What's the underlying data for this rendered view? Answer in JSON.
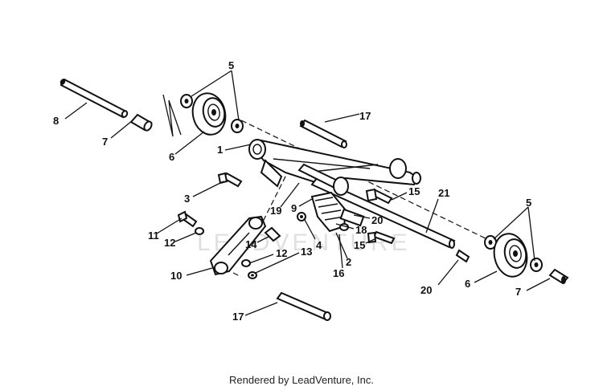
{
  "diagram": {
    "watermark": "LEADVENTURE",
    "callouts": [
      {
        "id": "c8",
        "text": "8"
      },
      {
        "id": "c7a",
        "text": "7"
      },
      {
        "id": "c5a",
        "text": "5"
      },
      {
        "id": "c6a",
        "text": "6"
      },
      {
        "id": "c17a",
        "text": "17"
      },
      {
        "id": "c1",
        "text": "1"
      },
      {
        "id": "c3",
        "text": "3"
      },
      {
        "id": "c15a",
        "text": "15"
      },
      {
        "id": "c21",
        "text": "21"
      },
      {
        "id": "c19",
        "text": "19"
      },
      {
        "id": "c9",
        "text": "9"
      },
      {
        "id": "c20a",
        "text": "20"
      },
      {
        "id": "c18",
        "text": "18"
      },
      {
        "id": "c11",
        "text": "11"
      },
      {
        "id": "c12a",
        "text": "12"
      },
      {
        "id": "c14",
        "text": "14"
      },
      {
        "id": "c4",
        "text": "4"
      },
      {
        "id": "c15b",
        "text": "15"
      },
      {
        "id": "c5b",
        "text": "5"
      },
      {
        "id": "c12b",
        "text": "12"
      },
      {
        "id": "c13",
        "text": "13"
      },
      {
        "id": "c2",
        "text": "2"
      },
      {
        "id": "c10",
        "text": "10"
      },
      {
        "id": "c16",
        "text": "16"
      },
      {
        "id": "c6b",
        "text": "6"
      },
      {
        "id": "c20b",
        "text": "20"
      },
      {
        "id": "c7b",
        "text": "7"
      },
      {
        "id": "c17b",
        "text": "17"
      }
    ]
  },
  "footer": {
    "text": "Rendered by LeadVenture, Inc."
  }
}
